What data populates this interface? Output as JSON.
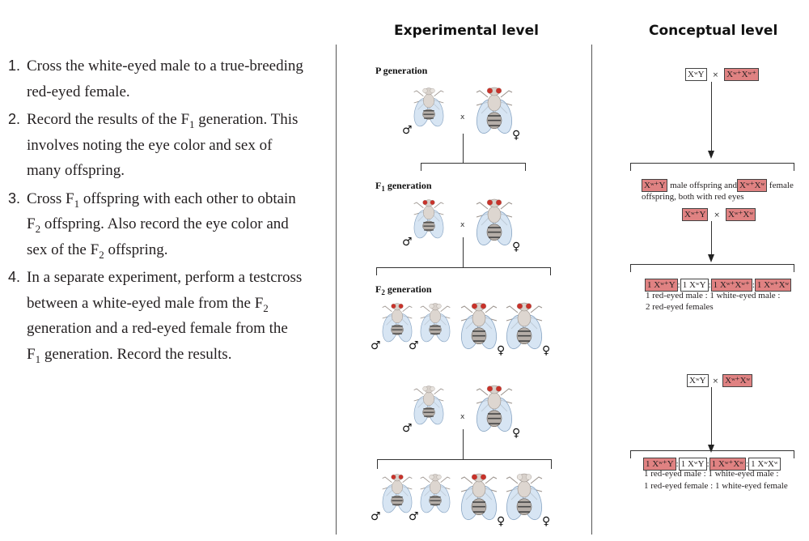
{
  "headers": {
    "experimental": "Experimental level",
    "conceptual": "Conceptual level"
  },
  "steps": [
    {
      "num": "1.",
      "lines": [
        "Cross the white-eyed male to a true-breeding",
        "red-eyed female."
      ]
    },
    {
      "num": "2.",
      "parts": [
        "Record the results of the F",
        "1",
        " generation. This"
      ],
      "lines": [
        "involves noting the eye color and sex of",
        "many offspring."
      ]
    },
    {
      "num": "3.",
      "l1": [
        "Cross F",
        "1",
        " offspring with each other to obtain"
      ],
      "l2": [
        "F",
        "2",
        " offspring. Also record the eye color and"
      ],
      "l3": [
        "sex of the F",
        "2",
        " offspring."
      ]
    },
    {
      "num": "4.",
      "l1": "In a separate experiment, perform a testcross",
      "l2": [
        "between a white-eyed male from the F",
        "2"
      ],
      "l3": "generation and a red-eyed female from the",
      "l4": [
        "F",
        "1",
        " generation. Record the results."
      ]
    }
  ],
  "experimental": {
    "p_label": "P generation",
    "f1_label": [
      "F",
      "1",
      " generation"
    ],
    "f2_label": [
      "F",
      "2",
      " generation"
    ],
    "cross_symbol": "x",
    "male_symbol": "♂",
    "female_symbol": "♀",
    "p_generation": [
      {
        "sex": "male",
        "eye": "white"
      },
      {
        "sex": "female",
        "eye": "red"
      }
    ],
    "f1_generation": [
      {
        "sex": "male",
        "eye": "red"
      },
      {
        "sex": "female",
        "eye": "red"
      }
    ],
    "f2_generation": [
      {
        "sex": "male",
        "eye": "red"
      },
      {
        "sex": "male",
        "eye": "white"
      },
      {
        "sex": "female",
        "eye": "red"
      },
      {
        "sex": "female",
        "eye": "red"
      }
    ],
    "testcross_parents": [
      {
        "sex": "male",
        "eye": "white"
      },
      {
        "sex": "female",
        "eye": "red"
      }
    ],
    "testcross_offspring": [
      {
        "sex": "male",
        "eye": "red"
      },
      {
        "sex": "male",
        "eye": "white"
      },
      {
        "sex": "female",
        "eye": "red"
      },
      {
        "sex": "female",
        "eye": "white"
      }
    ]
  },
  "conceptual": {
    "cross_symbol": "×",
    "p_cross": {
      "left": "XʷY",
      "right": "Xʷ⁺Xʷ⁺"
    },
    "f1_text_a": "male offspring and",
    "f1_text_b": "female",
    "f1_text_c": "offspring, both with red eyes",
    "f1_geno_male": "Xʷ⁺Y",
    "f1_geno_female": "Xʷ⁺Xʷ",
    "f1_cross": {
      "left": "Xʷ⁺Y",
      "right": "Xʷ⁺Xʷ"
    },
    "f2_genotypes": [
      "1 Xʷ⁺Y",
      "1 XʷY",
      "1 Xʷ⁺Xʷ⁺",
      "1 Xʷ⁺Xʷ"
    ],
    "f2_text_1": "1 red-eyed male : 1 white-eyed male :",
    "f2_text_2": "2 red-eyed females",
    "test_cross": {
      "left": "XʷY",
      "right": "Xʷ⁺Xʷ"
    },
    "test_genotypes": [
      "1 Xʷ⁺Y",
      "1 XʷY",
      "1 Xʷ⁺Xʷ",
      "1 XʷXʷ"
    ],
    "test_text_1": "1 red-eyed male : 1 white-eyed male :",
    "test_text_2": "1 red-eyed female : 1 white-eyed female",
    "colon": ":"
  },
  "colors": {
    "red_box": "#e08282",
    "eye_red": "#c8322a",
    "eye_white": "#e6e1dc"
  }
}
